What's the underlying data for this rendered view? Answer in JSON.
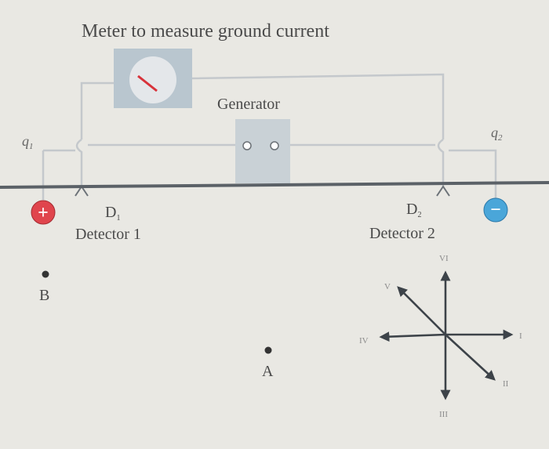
{
  "title": "Meter to measure ground current",
  "generator_label": "Generator",
  "charges": {
    "q1": "q",
    "q1_sub": "1",
    "q2": "q",
    "q2_sub": "2",
    "positive_sign": "+",
    "negative_sign": "−"
  },
  "detector1": {
    "symbol": "D",
    "sub": "1",
    "label": "Detector 1"
  },
  "detector2": {
    "symbol": "D",
    "sub": "2",
    "label": "Detector 2"
  },
  "points": {
    "a": "A",
    "b": "B"
  },
  "directions": {
    "i": "I",
    "ii": "II",
    "iii": "III",
    "iv": "IV",
    "v": "V",
    "vi": "VI"
  },
  "colors": {
    "positive": "#e0454d",
    "negative": "#4aa6d9",
    "meter_box": "#b9c6cf",
    "generator_box": "#c9d1d6",
    "needle": "#d8323a"
  }
}
